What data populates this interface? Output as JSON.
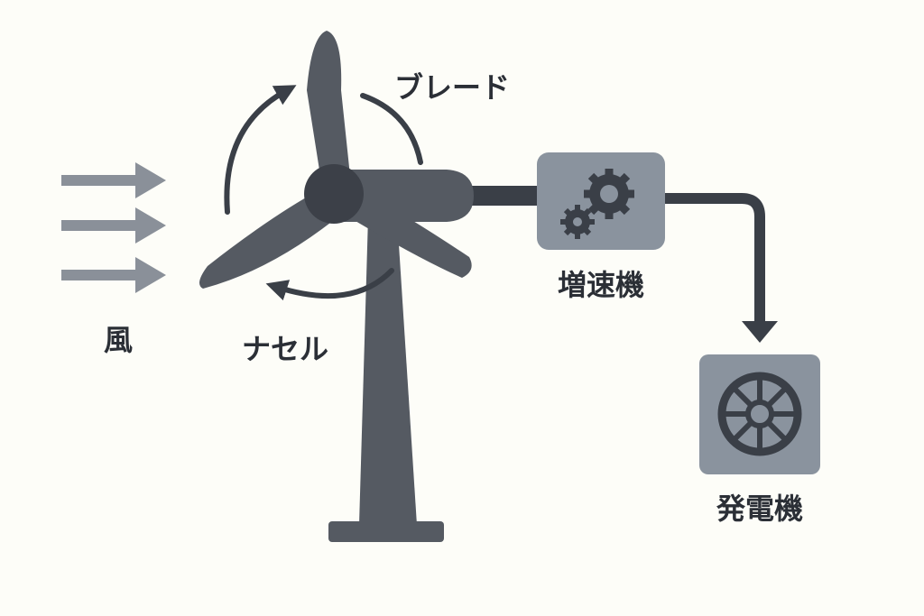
{
  "labels": {
    "wind": "風",
    "blade": "ブレード",
    "nacelle": "ナセル",
    "gearbox": "増速機",
    "generator": "発電機"
  },
  "colors": {
    "background": "#fdfdf8",
    "dark": "#3a3f47",
    "blade": "#555a62",
    "box": "#8a939e",
    "wind_arrow": "#8a9099"
  }
}
